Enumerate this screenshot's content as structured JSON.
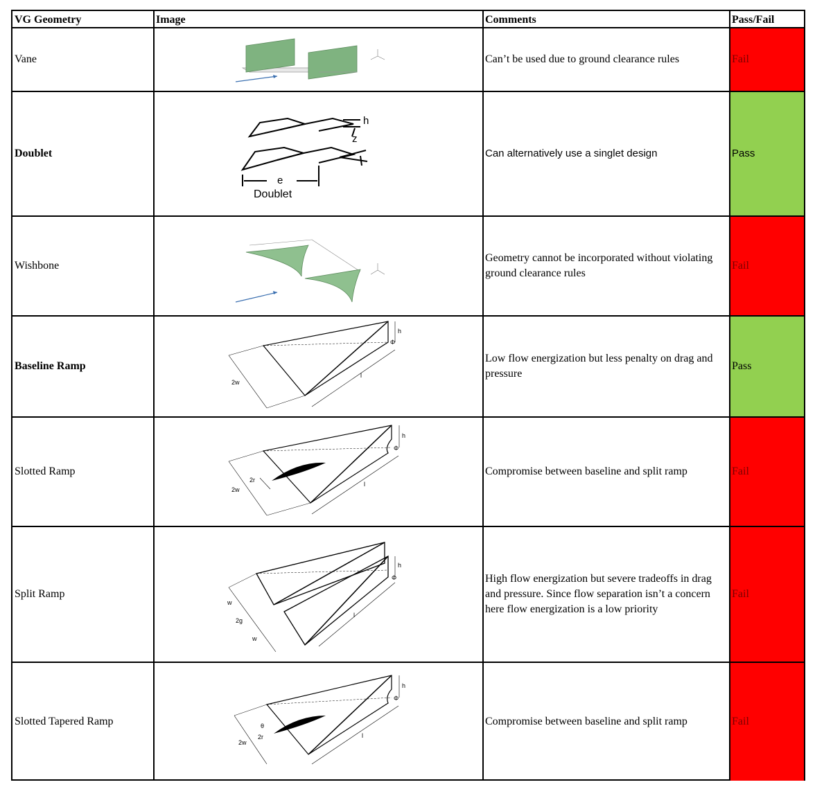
{
  "header": {
    "geometry": "VG Geometry",
    "image": "Image",
    "comments": "Comments",
    "result": "Pass/Fail"
  },
  "rows": [
    {
      "geometry": "Vane",
      "comment": "Can’t be used due to ground clearance rules",
      "result": "Fail",
      "image": "vane-diagram"
    },
    {
      "geometry": "Doublet",
      "comment": "Can alternatively use a singlet design",
      "result": "Pass",
      "image": "doublet-diagram",
      "labels": {
        "h": "h",
        "z": "z",
        "e": "e",
        "caption": "Doublet"
      }
    },
    {
      "geometry": "Wishbone",
      "comment": "Geometry cannot be incorporated without violating ground clearance rules",
      "result": "Fail",
      "image": "wishbone-diagram"
    },
    {
      "geometry": "Baseline Ramp",
      "comment": "Low flow energization but less penalty on drag and pressure",
      "result": "Pass",
      "image": "baseline-ramp-diagram",
      "labels": {
        "h": "h",
        "w": "2w",
        "l": "l",
        "phi": "Φ"
      }
    },
    {
      "geometry": "Slotted Ramp",
      "comment": "Compromise between baseline and split ramp",
      "result": "Fail",
      "image": "slotted-ramp-diagram",
      "labels": {
        "h": "h",
        "w": "2w",
        "r": "2r",
        "l": "l",
        "phi": "Φ"
      }
    },
    {
      "geometry": "Split Ramp",
      "comment": "High flow energization but severe tradeoffs in drag and pressure. Since flow separation isn’t a concern here flow energization is a low priority",
      "result": "Fail",
      "image": "split-ramp-diagram",
      "labels": {
        "h": "h",
        "w1": "w",
        "g": "2g",
        "w2": "w",
        "l": "l",
        "phi": "Φ"
      }
    },
    {
      "geometry": "Slotted Tapered Ramp",
      "comment": "Compromise between baseline and split ramp",
      "result": "Fail",
      "image": "slotted-tapered-ramp-diagram",
      "labels": {
        "h": "h",
        "w": "2w",
        "r": "2r",
        "l": "l",
        "phi": "Φ",
        "theta": "θ"
      }
    }
  ],
  "colors": {
    "fail": "#ff0000",
    "pass": "#92d050",
    "vane_fill": "#7fb380",
    "wishbone_fill": "#8fc08f"
  }
}
